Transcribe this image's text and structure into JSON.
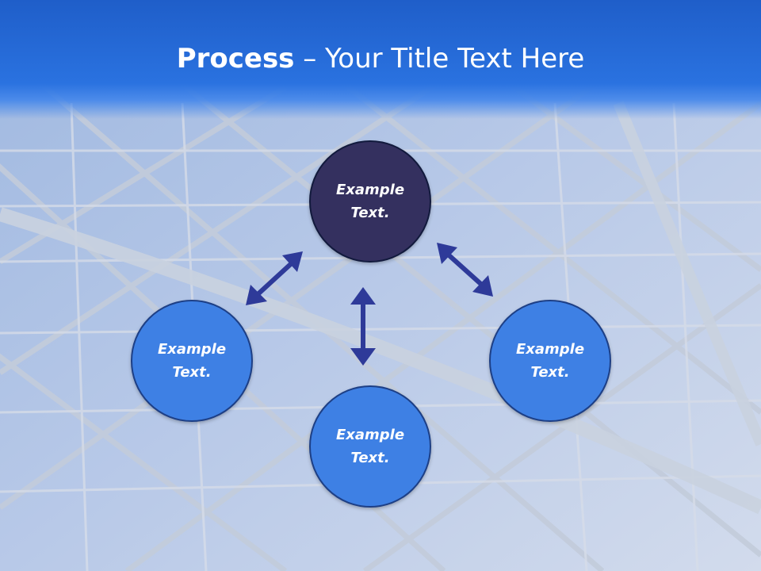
{
  "title": {
    "strong": "Process",
    "rest": " – Your Title Text Here"
  },
  "nodes": {
    "top": {
      "line1": "Example",
      "line2": "Text."
    },
    "left": {
      "line1": "Example",
      "line2": "Text."
    },
    "right": {
      "line1": "Example",
      "line2": "Text."
    },
    "bottom": {
      "line1": "Example",
      "line2": "Text."
    }
  },
  "colors": {
    "header": "#2a72e0",
    "node_top": "#34305f",
    "node_other": "#3e80e4",
    "arrow": "#2e3a99"
  }
}
